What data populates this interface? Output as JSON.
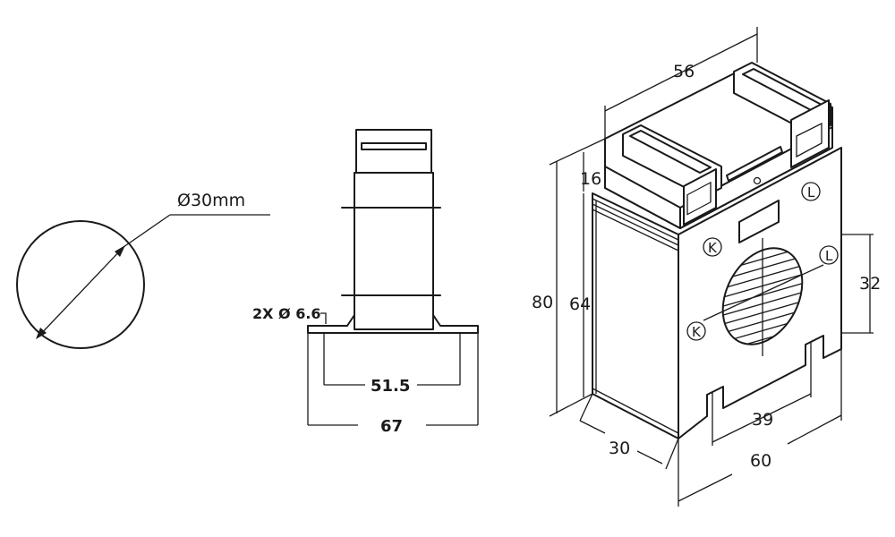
{
  "left_view": {
    "diameter_label": "Ø30mm"
  },
  "side_view": {
    "hole_label": "2X Ø 6.6",
    "inner_width": "51.5",
    "outer_width": "67"
  },
  "iso_view": {
    "dim_top": "56",
    "dim_16": "16",
    "dim_80": "80",
    "dim_64": "64",
    "dim_32": "32",
    "dim_39": "39",
    "dim_30": "30",
    "dim_60": "60",
    "marks": {
      "k": "K",
      "l": "L"
    }
  }
}
